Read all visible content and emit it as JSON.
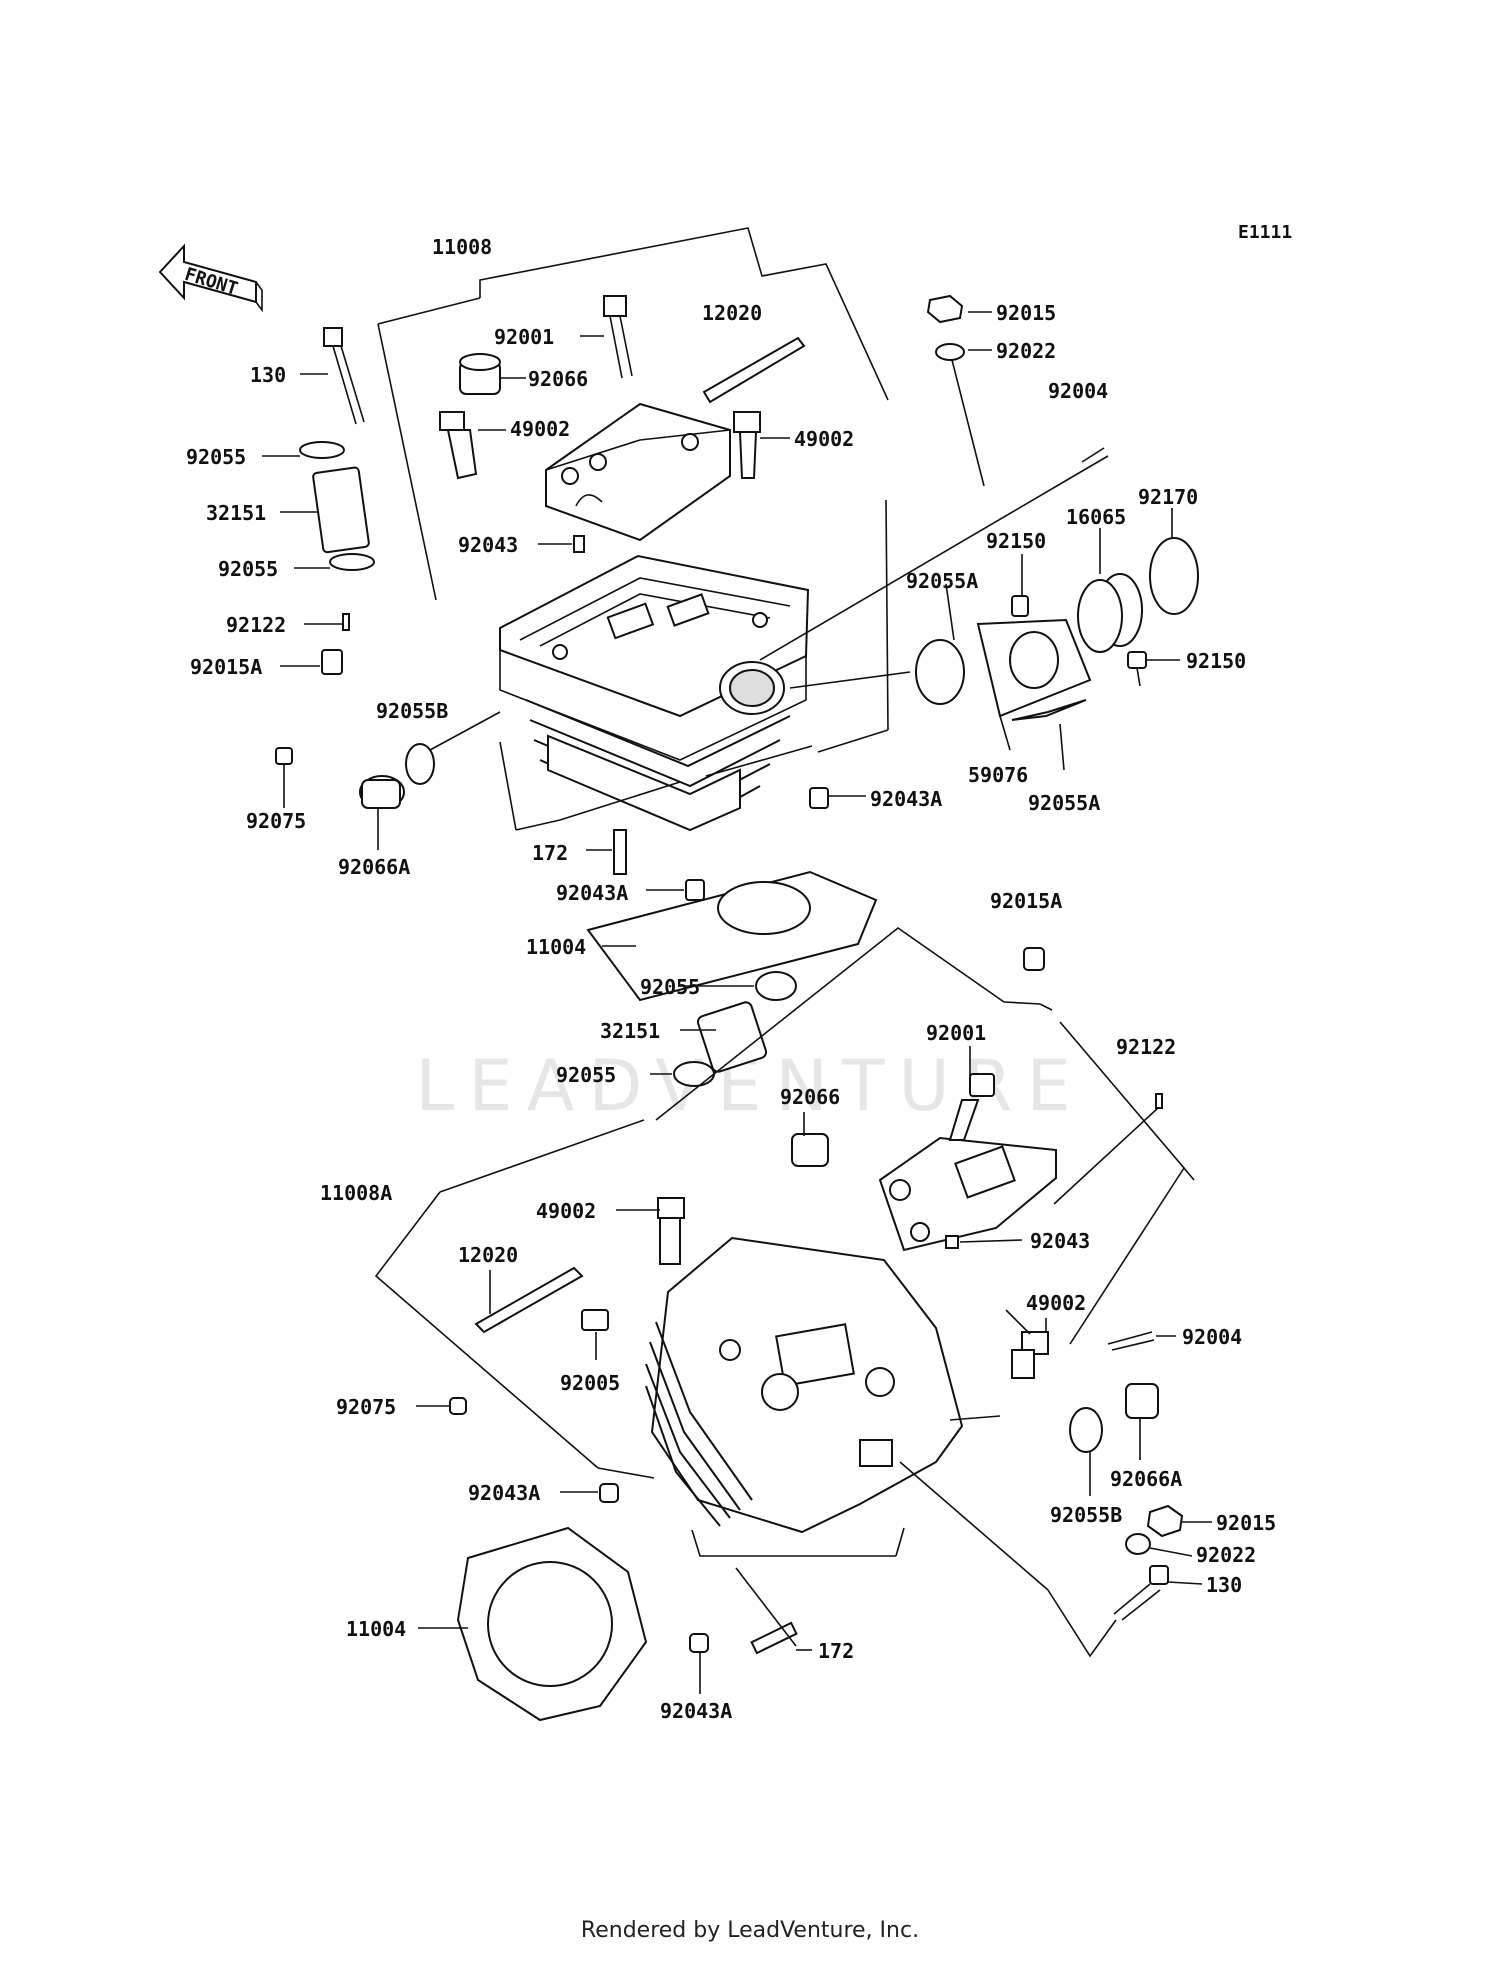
{
  "diagram_code": "E1111",
  "front_label": "FRONT",
  "watermark": "LEADVENTURE",
  "footer": "Rendered by LeadVenture, Inc.",
  "labels": [
    "11008",
    "130",
    "92001",
    "92066",
    "12020",
    "92015",
    "92022",
    "49002",
    "49002",
    "92004",
    "92055",
    "32151",
    "92043",
    "92055",
    "92170",
    "16065",
    "92150",
    "92055A",
    "92122",
    "92015A",
    "92150",
    "92055B",
    "59076",
    "92055A",
    "92075",
    "92043A",
    "92066A",
    "172",
    "92043A",
    "11004",
    "92015A",
    "92055",
    "32151",
    "92001",
    "92122",
    "92055",
    "92066",
    "11008A",
    "49002",
    "92043",
    "12020",
    "49002",
    "92004",
    "92005",
    "92075",
    "92066A",
    "92043A",
    "92055B",
    "92015",
    "92022",
    "130",
    "11004",
    "172",
    "92043A"
  ]
}
